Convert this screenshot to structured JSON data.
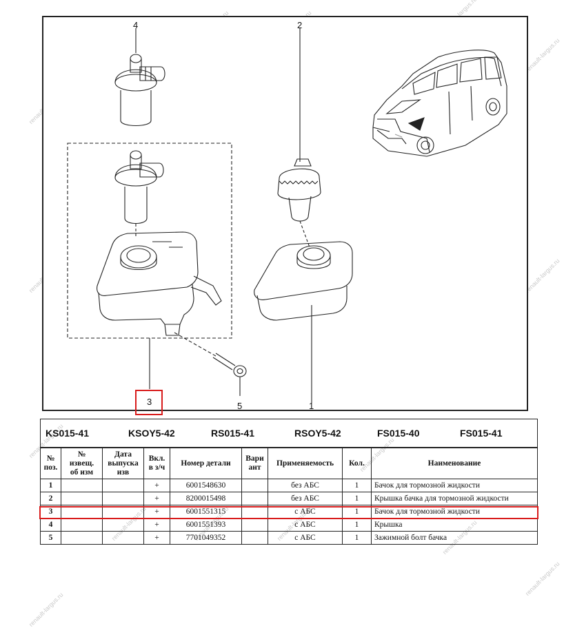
{
  "watermark": "renault-largus.ru",
  "diagram": {
    "callouts": [
      "4",
      "2",
      "3",
      "5",
      "1"
    ]
  },
  "codes": [
    "KS015-41",
    "KSOY5-42",
    "RS015-41",
    "RSOY5-42",
    "FS015-40",
    "FS015-41"
  ],
  "table": {
    "headers": {
      "pos": [
        "№",
        "поз."
      ],
      "notice": [
        "№",
        "извещ.",
        "об изм"
      ],
      "date": [
        "Дата",
        "выпуска",
        "изв"
      ],
      "incl": [
        "Вкл.",
        "в з/ч"
      ],
      "part_no": "Номер детали",
      "variant": [
        "Вари",
        "ант"
      ],
      "applicability": "Применяемость",
      "qty": "Кол.",
      "name": "Наименование"
    },
    "rows": [
      {
        "pos": "1",
        "incl": "+",
        "part_no": "6001548630",
        "applicability": "без АБС",
        "qty": "1",
        "name": "Бачок для тормозной жидкости"
      },
      {
        "pos": "2",
        "incl": "+",
        "part_no": "8200015498",
        "applicability": "без АБС",
        "qty": "1",
        "name": "Крышка бачка для тормозной жидкости"
      },
      {
        "pos": "3",
        "incl": "+",
        "part_no": "6001551315",
        "applicability": "с АБС",
        "qty": "1",
        "name": "Бачок для тормозной жидкости"
      },
      {
        "pos": "4",
        "incl": "+",
        "part_no": "6001551393",
        "applicability": "с АБС",
        "qty": "1",
        "name": "Крышка"
      },
      {
        "pos": "5",
        "incl": "+",
        "part_no": "7701049352",
        "applicability": "с АБС",
        "qty": "1",
        "name": "Зажимной болт бачка"
      }
    ]
  }
}
